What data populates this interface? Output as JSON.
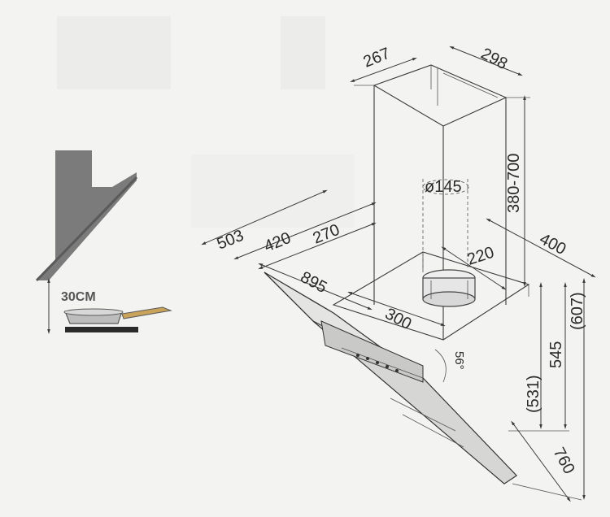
{
  "clearance_note": "30CM",
  "dimensions": {
    "chimney_depth": "267",
    "chimney_width": "298",
    "chimney_height": "380-700",
    "duct_diameter": "ø145",
    "width_outer": "503",
    "width_mid": "420",
    "width_inner": "270",
    "width_body": "895",
    "duct_offset": "220",
    "base_width": "300",
    "depth": "400",
    "height_front": "545",
    "height_total": "(607)",
    "height_low": "(531)",
    "glass_length": "760",
    "angle": "56°"
  }
}
